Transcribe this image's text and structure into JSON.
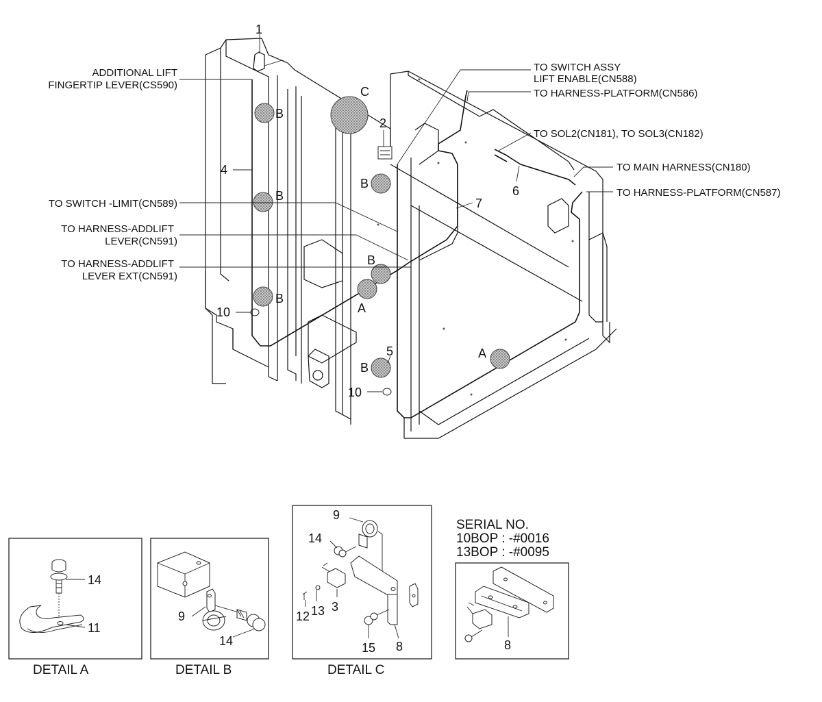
{
  "callouts": {
    "c1": "1",
    "c2": "2",
    "c4": "4",
    "c5": "5",
    "c6": "6",
    "c7": "7",
    "c10a": "10",
    "c10b": "10",
    "markC": "C",
    "markB1": "B",
    "markB2": "B",
    "markB3": "B",
    "markB4": "B",
    "markB5": "B",
    "markB6": "B",
    "markA1": "A",
    "markA2": "A"
  },
  "labels": {
    "additional_lift_1": "ADDITIONAL LIFT",
    "additional_lift_2": "FINGERTIP LEVER(CS590)",
    "switch_limit": "TO SWITCH -LIMIT(CN589)",
    "addlift_lever_1": "TO HARNESS-ADDLIFT",
    "addlift_lever_2": "LEVER(CN591)",
    "addlift_ext_1": "TO HARNESS-ADDLIFT",
    "addlift_ext_2": "LEVER EXT(CN591)",
    "switch_assy_1": "TO SWITCH ASSY",
    "switch_assy_2": "LIFT ENABLE(CN588)",
    "platform_586": "TO HARNESS-PLATFORM(CN586)",
    "sol": "TO SOL2(CN181), TO SOL3(CN182)",
    "main_harness": "TO MAIN HARNESS(CN180)",
    "platform_587": "TO HARNESS-PLATFORM(CN587)"
  },
  "details": {
    "a": {
      "title": "DETAIL A",
      "n14": "14",
      "n11": "11"
    },
    "b": {
      "title": "DETAIL B",
      "n9": "9",
      "n14": "14"
    },
    "c": {
      "title": "DETAIL C",
      "n9": "9",
      "n14": "14",
      "n12": "12",
      "n13": "13",
      "n3": "3",
      "n15": "15",
      "n8": "8"
    },
    "serial": {
      "title": "SERIAL NO.",
      "line1": "10BOP : -#0016",
      "line2": "13BOP : -#0095",
      "n8": "8"
    }
  }
}
